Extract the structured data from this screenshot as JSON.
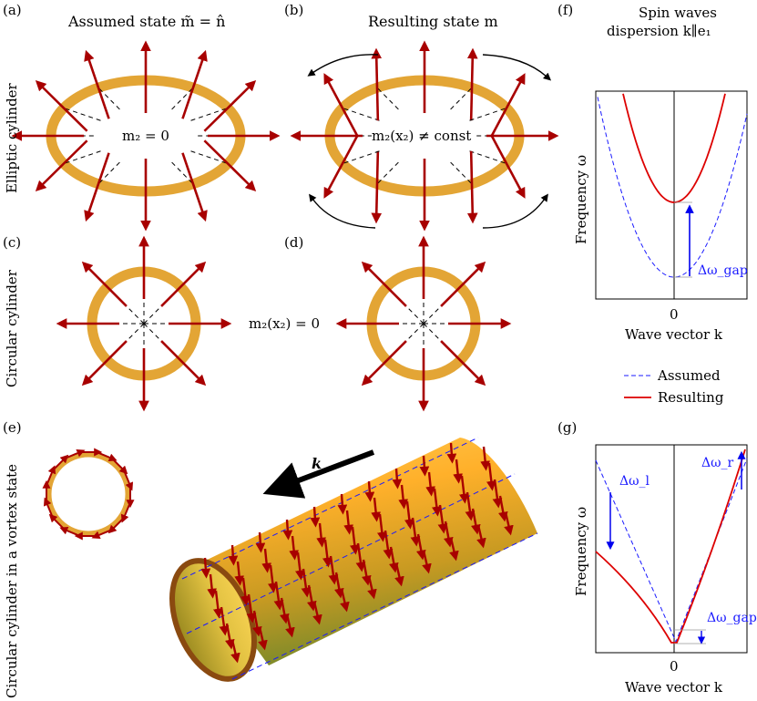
{
  "panels": {
    "a": {
      "label": "(a)",
      "title": "Assumed state m̃ = n̂",
      "center_text": "m₂ = 0"
    },
    "b": {
      "label": "(b)",
      "title": "Resulting state m",
      "center_text": "m₂(x₂) ≠ const"
    },
    "c": {
      "label": "(c)"
    },
    "d": {
      "label": "(d)"
    },
    "cd_center_text": "m₂(x₂) = 0",
    "e": {
      "label": "(e)",
      "k_label": "k"
    },
    "f": {
      "label": "(f)",
      "title_line1": "Spin waves",
      "title_line2": "dispersion k∥e₁",
      "ylabel": "Frequency ω",
      "xlabel": "Wave vector k",
      "x_tick": "0",
      "gap_label": "Δω_gap"
    },
    "g": {
      "label": "(g)",
      "ylabel": "Frequency ω",
      "xlabel": "Wave vector k",
      "x_tick": "0",
      "left_label": "Δω_l",
      "right_label": "Δω_r",
      "gap_label": "Δω_gap"
    }
  },
  "row_labels": {
    "elliptic": "Elliptic cylinder",
    "circular": "Circular cylinder",
    "vortex": "Circular cylinder in a vortex state"
  },
  "legend": {
    "assumed": "Assumed",
    "resulting": "Resulting"
  },
  "colors": {
    "ring": "#e3a535",
    "arrow": "#a80000",
    "curve_resulting": "#dd0000",
    "curve_assumed": "#1a1aff",
    "gap_arrow": "#0000ee"
  }
}
